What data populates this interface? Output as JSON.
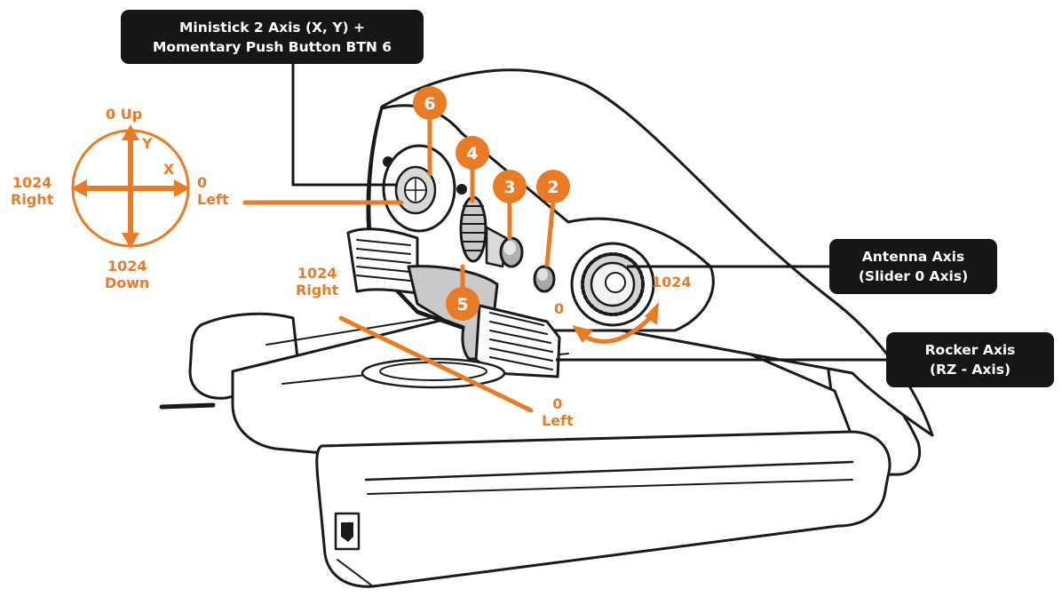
{
  "callouts": {
    "ministick": {
      "line1": "Ministick 2 Axis (X, Y) +",
      "line2": "Momentary Push Button BTN 6"
    },
    "antenna": {
      "line1": "Antenna Axis",
      "line2": "(Slider 0 Axis)"
    },
    "rocker": {
      "line1": "Rocker Axis",
      "line2": "(RZ - Axis)"
    }
  },
  "axis_compass": {
    "up": "0 Up",
    "y_letter": "Y",
    "x_letter": "X",
    "right_value": "1024",
    "right_word": "Right",
    "left_value": "0",
    "left_word": "Left",
    "down_value": "1024",
    "down_word": "Down"
  },
  "rocker_axis": {
    "max_value": "1024",
    "max_word": "Right",
    "min_value": "0",
    "min_word": "Left"
  },
  "antenna_range": {
    "min_value": "0",
    "max_value": "1024"
  },
  "badges": [
    "6",
    "4",
    "3",
    "2",
    "5"
  ],
  "colors": {
    "accent_orange": "#E87B23",
    "callout_background": "#161616",
    "outline": "#1a1a1a",
    "body_fill": "#ffffff",
    "part_gray": "#c9c9c9"
  }
}
